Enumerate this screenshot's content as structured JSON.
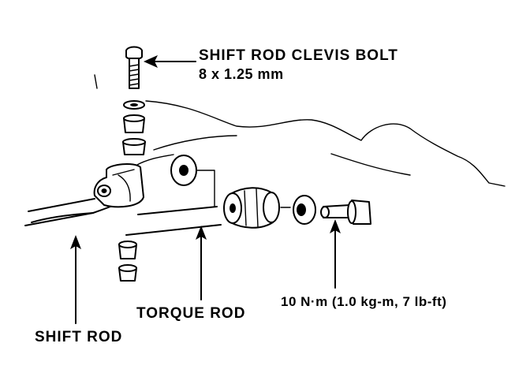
{
  "labels": {
    "bolt_name": "SHIFT ROD CLEVIS BOLT",
    "bolt_size": "8 x 1.25 mm",
    "torque_rod": "TORQUE ROD",
    "shift_rod": "SHIFT ROD",
    "torque_spec": "10 N·m (1.0 kg-m, 7 lb-ft)"
  }
}
